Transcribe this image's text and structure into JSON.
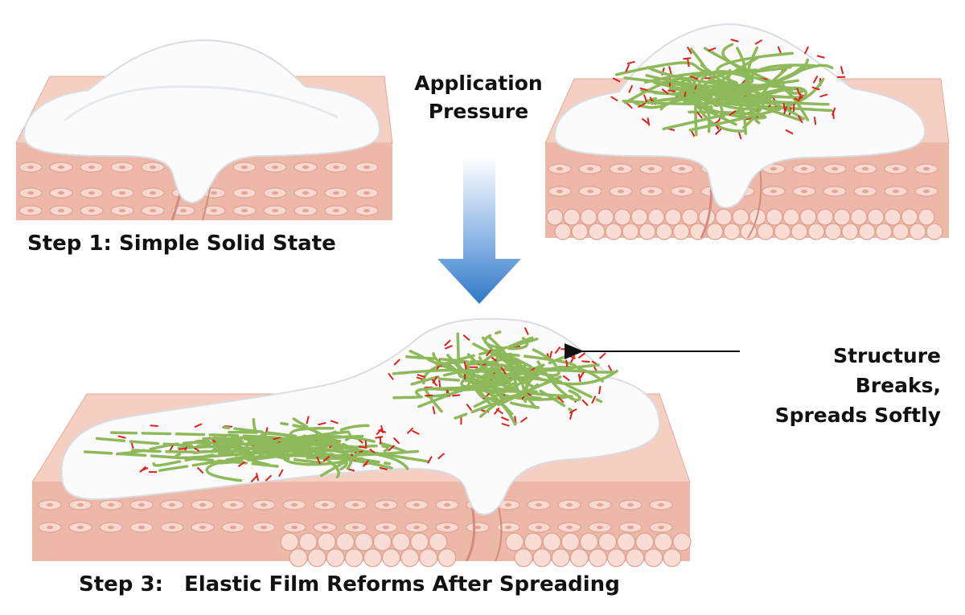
{
  "labels": {
    "step1": "Step 1: Simple Solid State",
    "pressure_line1": "Application",
    "pressure_line2": "Pressure",
    "structure_line1": "Structure Breaks,",
    "structure_line2": "Spreads Softly",
    "step3_prefix": "Step 3:",
    "step3_text": "Elastic Film Reforms After Spreading"
  },
  "colors": {
    "skin_top": "#f6cfc3",
    "skin_side": "#eeb8a8",
    "skin_cell": "#f8d9cf",
    "cream": "#fbfbfb",
    "cream_shadow": "#d9dde2",
    "polymer": "#8db95a",
    "crosslink": "#e0201c",
    "arrow_top": "#ffffff",
    "arrow_bottom": "#2e77c6"
  },
  "icons": {
    "down_arrow": "down-arrow-icon",
    "pointer": "pointer-arrow-icon"
  }
}
